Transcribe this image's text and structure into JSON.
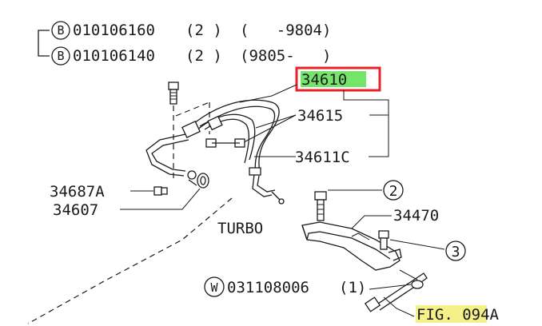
{
  "bolt_callouts": [
    {
      "circle_letter": "B",
      "part_number": "010106160",
      "qty": "(2 )",
      "range": "(   -9804)"
    },
    {
      "circle_letter": "B",
      "part_number": "010106140",
      "qty": "(2 )",
      "range": "(9805-   )"
    }
  ],
  "part_labels": {
    "hose_assembly": "34610",
    "hose": "34615",
    "clip": "34611C",
    "union_bolt": "34687A",
    "gasket": "34607",
    "bracket": "34470",
    "washer_callout": {
      "circle_letter": "W",
      "part_number": "031108006",
      "qty": "(1)"
    }
  },
  "ref_circles": [
    "2",
    "3"
  ],
  "variant_label": "TURBO",
  "figure_ref": "FIG. 094A",
  "colors": {
    "highlight_box": "#e8202a",
    "highlight_fill": "#74e46a",
    "figure_highlight": "#f4f08a",
    "line": "#1a1a1a"
  }
}
